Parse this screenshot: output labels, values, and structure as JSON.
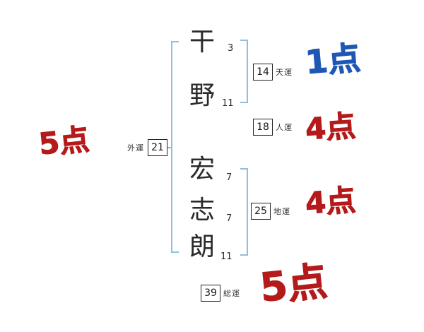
{
  "chart": {
    "title_hint": "name fortune stroke-count diagram",
    "characters": [
      {
        "char": "干",
        "strokes": "3"
      },
      {
        "char": "野",
        "strokes": "11"
      },
      {
        "char": "宏",
        "strokes": "7"
      },
      {
        "char": "志",
        "strokes": "7"
      },
      {
        "char": "朗",
        "strokes": "11"
      }
    ],
    "fortunes": {
      "ten": {
        "label": "天運",
        "value": "14",
        "score": "1点"
      },
      "jin": {
        "label": "人運",
        "value": "18",
        "score": "4点"
      },
      "chi": {
        "label": "地運",
        "value": "25",
        "score": "4点"
      },
      "gai": {
        "label": "外運",
        "value": "21",
        "score": "5点"
      },
      "sou": {
        "label": "総運",
        "value": "39",
        "score": "5点"
      }
    },
    "colors": {
      "bracket_blue": "#8cc0de",
      "score_red": "#b51a1a",
      "score_blue": "#1f57b5",
      "box_border": "#222222"
    }
  }
}
